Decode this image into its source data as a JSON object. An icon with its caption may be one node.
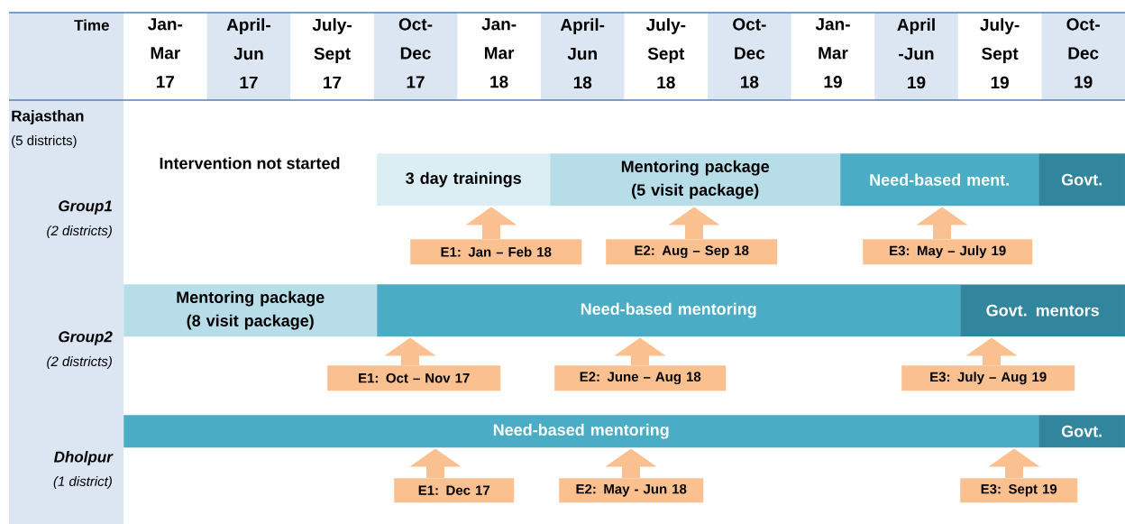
{
  "diagram": {
    "nodes": [
      {
        "text": [
          "Intervention not started"
        ]
      },
      {
        "text": [
          "3 day trainings"
        ]
      },
      {
        "text": [
          "Mentoring package (5 visit package)"
        ]
      },
      {
        "text": [
          "Need-based ment."
        ]
      },
      {
        "text": [
          "Govt."
        ]
      },
      {
        "text": [
          "E1: Jan – Feb 18"
        ]
      },
      {
        "text": [
          "E2: Aug – Sep 18"
        ]
      },
      {
        "text": [
          "E3: May – July 19"
        ]
      },
      {
        "text": [
          "Mentoring package (8 visit package)"
        ]
      },
      {
        "text": [
          "Need-based mentoring"
        ]
      },
      {
        "text": [
          "Govt. mentors"
        ]
      },
      {
        "text": [
          "E1: Oct – Nov 17"
        ]
      },
      {
        "text": [
          "E2: June – Aug 18"
        ]
      },
      {
        "text": [
          "E3: July – Aug 19"
        ]
      },
      {
        "text": [
          "Need-based mentoring"
        ]
      },
      {
        "text": [
          "Govt."
        ]
      },
      {
        "text": [
          "E1: Dec 17"
        ]
      },
      {
        "text": [
          "E2: May - Jun 18"
        ]
      },
      {
        "text": [
          "E3: Sept 19"
        ]
      }
    ],
    "edges": [
      {
        "from": 5,
        "to": 1,
        "arrow": "to"
      },
      {
        "from": 6,
        "to": 2,
        "arrow": "to"
      },
      {
        "from": 7,
        "to": 3,
        "arrow": "to"
      },
      {
        "from": 11,
        "to": 9,
        "arrow": "to"
      },
      {
        "from": 12,
        "to": 9,
        "arrow": "to"
      },
      {
        "from": 13,
        "to": 10,
        "arrow": "to"
      },
      {
        "from": 16,
        "to": 14,
        "arrow": "to"
      },
      {
        "from": 17,
        "to": 14,
        "arrow": "to"
      },
      {
        "from": 18,
        "to": 14,
        "arrow": "to"
      }
    ],
    "labels": [
      "Time",
      "Jan- Mar 17",
      "April- Jun 17",
      "July- Sept 17",
      "Oct- Dec 17",
      "Jan- Mar 18",
      "April- Jun 18",
      "July- Sept 18",
      "Oct- Dec 18",
      "Jan- Mar 19",
      "April -Jun 19",
      "July- Sept 19",
      "Oct- Dec 19",
      "Rajasthan",
      "(5 districts)",
      "Group1",
      "(2 districts)",
      "Group2",
      "(2 districts)",
      "Dholpur",
      "(1 district)"
    ]
  }
}
